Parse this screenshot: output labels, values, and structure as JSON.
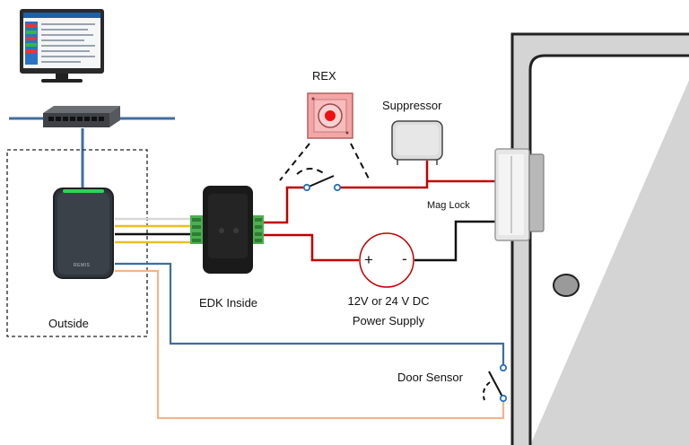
{
  "labels": {
    "outside": "Outside",
    "edk_inside": "EDK Inside",
    "rex": "REX",
    "suppressor": "Suppressor",
    "mag_lock": "Mag Lock",
    "power_supply_line1": "12V or 24 V DC",
    "power_supply_line2": "Power Supply",
    "door_sensor": "Door Sensor",
    "plus": "+",
    "minus": "-",
    "reader_brand": "REMIS"
  },
  "colors": {
    "network_cable": "#3f6e9c",
    "power_red": "#c00000",
    "ground_black": "#111111",
    "sensor_blue": "#3f6e9c",
    "sensor_peach": "#f2b48c",
    "door_fill": "#d4d4d4",
    "reader_green": "#2fd25a",
    "rex_plate": "#f4a6a6"
  }
}
